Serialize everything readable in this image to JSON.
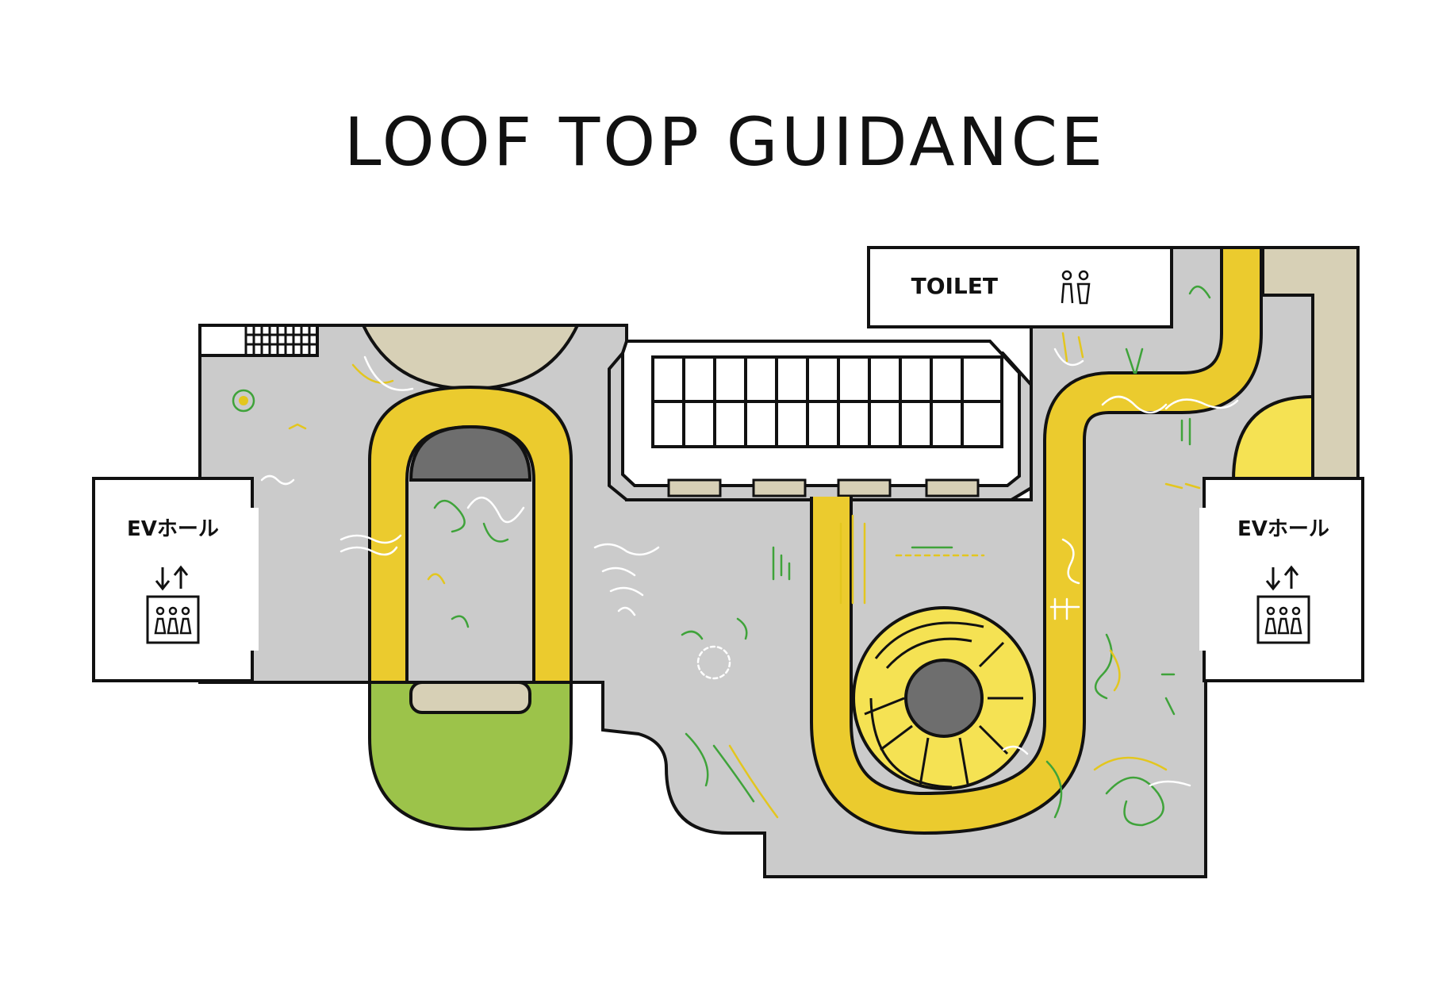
{
  "title": "LOOF TOP GUIDANCE",
  "labels": {
    "ev_hall_left": "EVホール",
    "ev_hall_right": "EVホール",
    "toilet": "TOILET"
  },
  "icons": {
    "elevator": "elevator-arrows-icon",
    "elevator_people": "people-group-icon",
    "toilet": "restroom-icon"
  },
  "colors": {
    "floor": "#cbcbcb",
    "track": "#ebcb2e",
    "yellow_light": "#f5e253",
    "beige": "#d7d0b6",
    "lawn": "#9cc34a",
    "pit": "#6e6e6e",
    "outline": "#111111",
    "doodle_green": "#3fa33a",
    "doodle_yellow": "#e3c61e"
  }
}
